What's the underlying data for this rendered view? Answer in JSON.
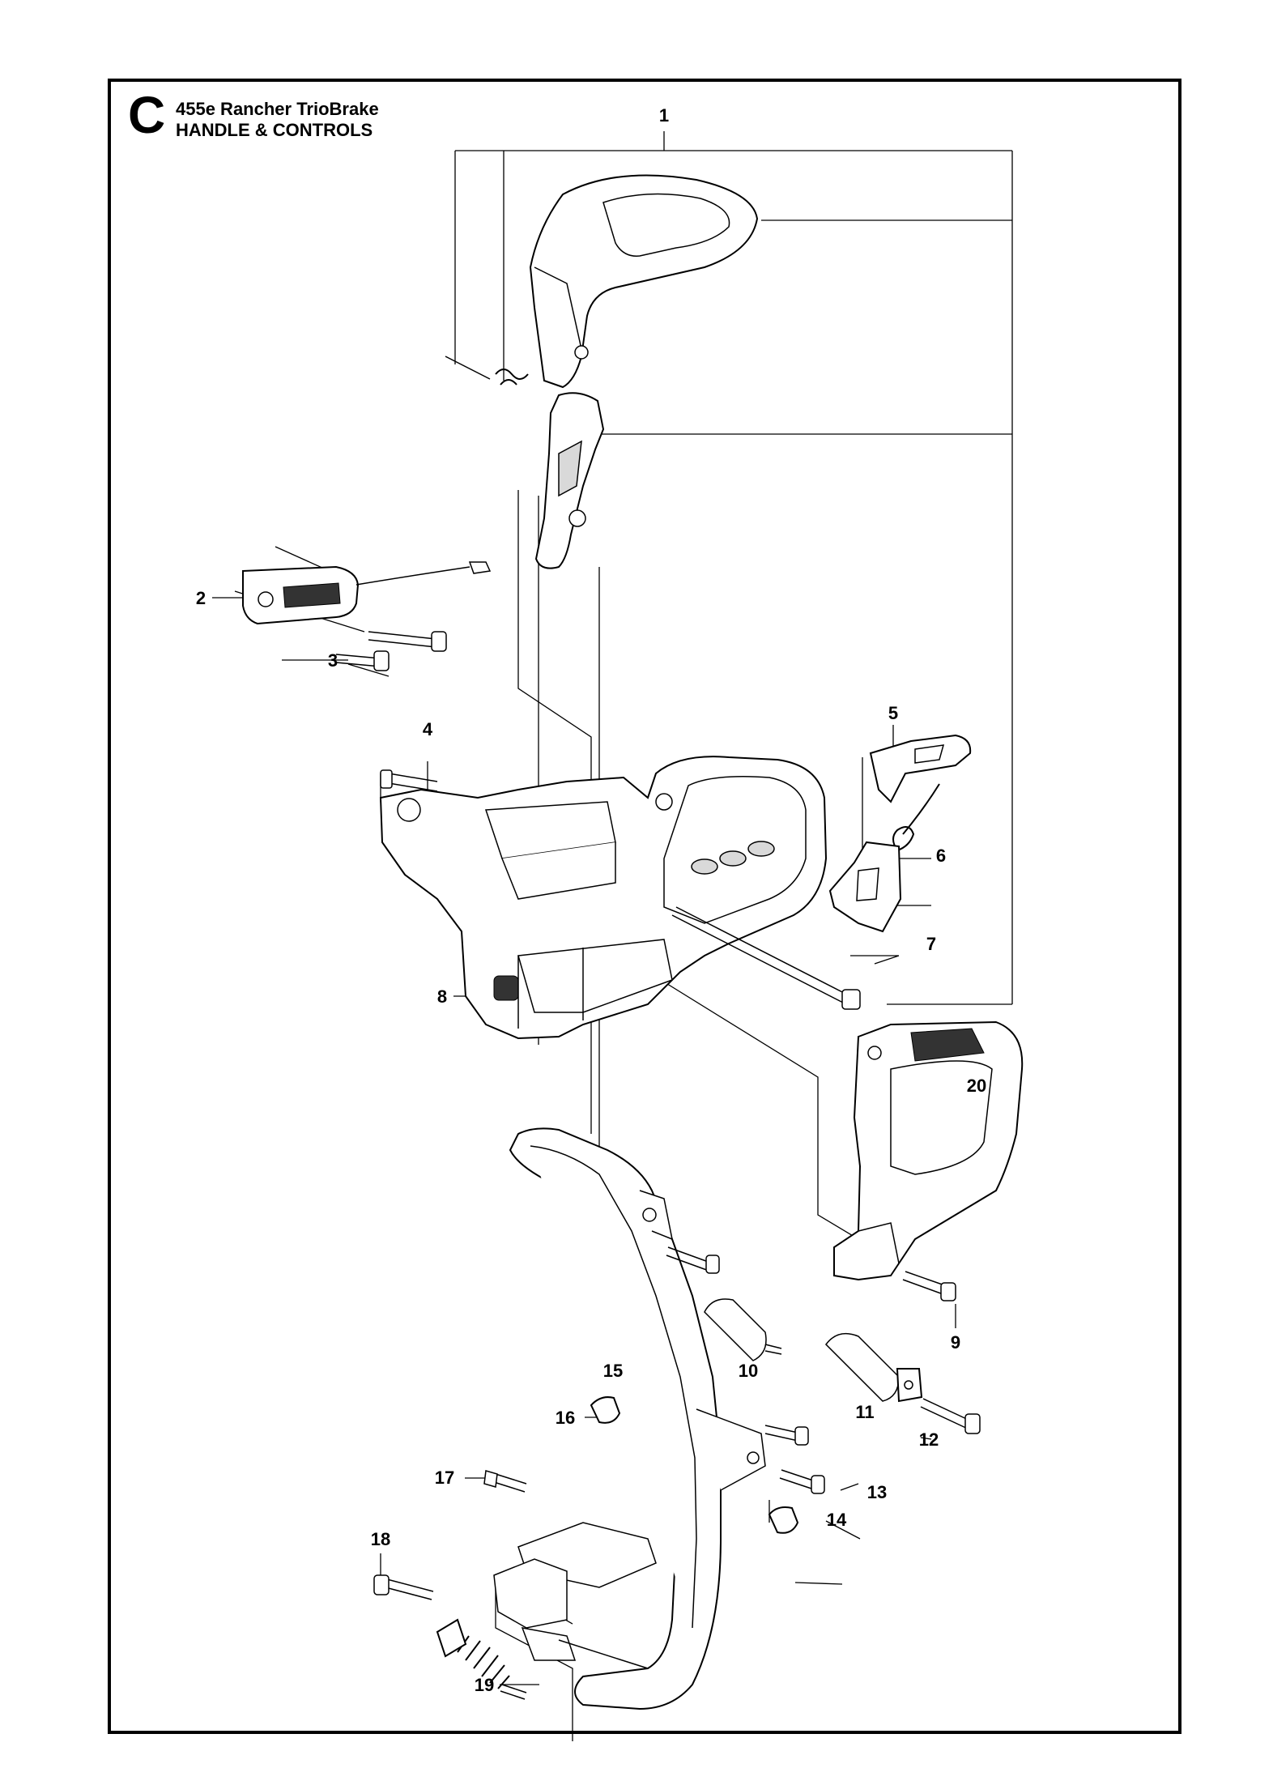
{
  "header": {
    "section_letter": "C",
    "model": "455e Rancher TrioBrake",
    "section_title": "HANDLE & CONTROLS"
  },
  "callouts": [
    "1",
    "2",
    "3",
    "4",
    "5",
    "6",
    "7",
    "8",
    "9",
    "10",
    "11",
    "12",
    "13",
    "14",
    "15",
    "16",
    "17",
    "18",
    "19",
    "20"
  ],
  "colors": {
    "line": "#000000",
    "background": "#ffffff"
  }
}
